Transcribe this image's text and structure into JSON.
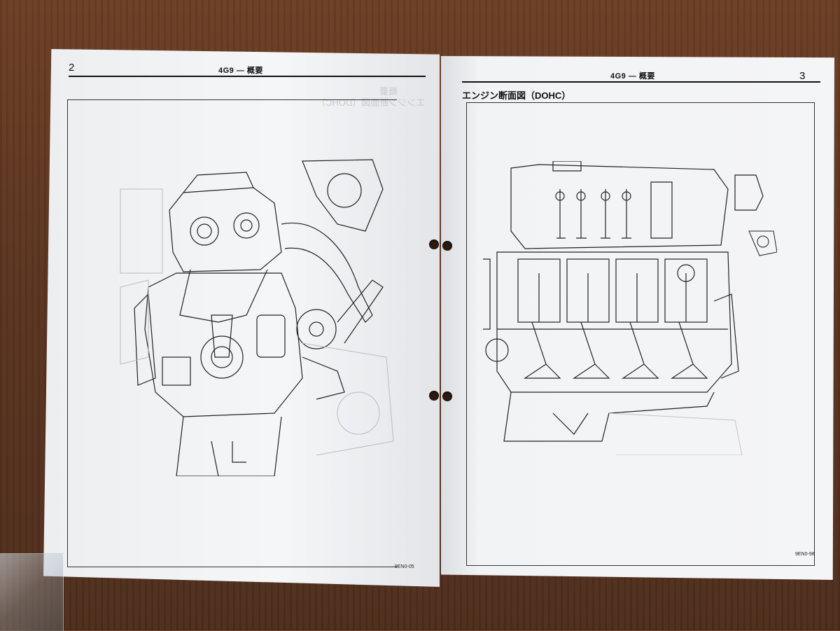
{
  "left_page": {
    "page_number": "2",
    "header_title": "4G9 — 概要",
    "ghost_text_1": "概要",
    "ghost_text_2": "エンジン断面図（DOHC）",
    "footer_code": "9EN0-05"
  },
  "right_page": {
    "page_number": "3",
    "header_title": "4G9 — 概要",
    "section_title": "エンジン断面図（DOHC）",
    "footer_code": "9EN0-98"
  }
}
